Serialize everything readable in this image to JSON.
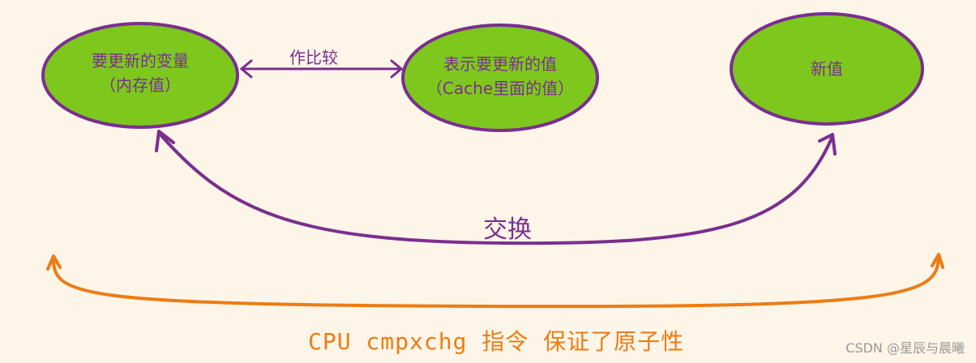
{
  "colors": {
    "background": "#fdf5e8",
    "node_fill": "#7ec81e",
    "node_stroke": "#7a2f8f",
    "purple_arrow": "#7a2f8f",
    "orange_arrow": "#ec7c14",
    "text_purple": "#7a2f8f",
    "text_orange": "#ec7c14",
    "watermark": "#9a9a9a"
  },
  "nodes": {
    "variable": {
      "line1": "要更新的变量",
      "line2": "（内存值）"
    },
    "expected": {
      "line1": "表示要更新的值",
      "line2": "（Cache里面的值）"
    },
    "new_value": {
      "line1": "新值"
    }
  },
  "edges": {
    "compare_label": "作比较",
    "exchange_label": "交换"
  },
  "bottom_label": "CPU cmpxchg 指令 保证了原子性",
  "watermark": "CSDN @星辰与晨曦"
}
